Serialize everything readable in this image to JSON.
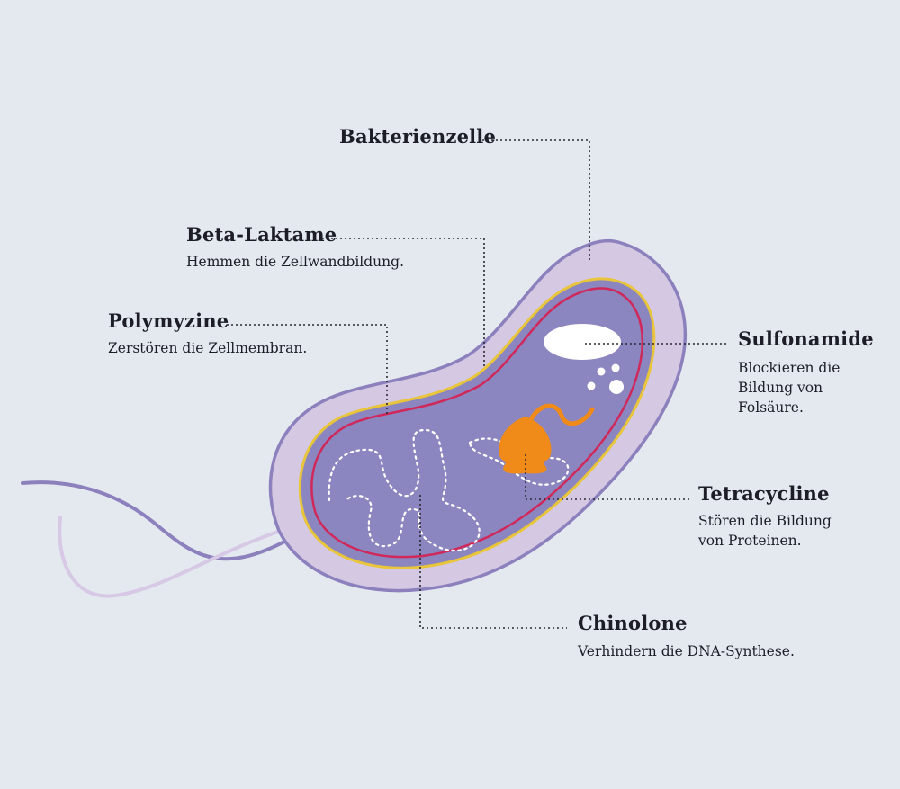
{
  "labels": {
    "bakterienzelle": {
      "title": "Bakterienzelle"
    },
    "beta_laktame": {
      "title": "Beta-Laktame",
      "desc": "Hemmen die Zellwandbildung."
    },
    "polymyzine": {
      "title": "Polymyzine",
      "desc": "Zerstören die Zellmembran."
    },
    "sulfonamide": {
      "title": "Sulfonamide",
      "desc_lines": [
        "Blockieren die",
        "Bildung von",
        "Folsäure."
      ]
    },
    "tetracycline": {
      "title": "Tetracycline",
      "desc_lines": [
        "Stören die Bildung",
        "von Proteinen."
      ]
    },
    "chinolone": {
      "title": "Chinolone",
      "desc": "Verhindern die DNA-Synthese."
    }
  },
  "colors": {
    "background": "#e3e9ef",
    "cell_wall": "#d5c8e3",
    "cell_outline": "#8c80bd",
    "cytoplasm": "#8b86bf",
    "membrane_yellow": "#e8c53a",
    "membrane_red": "#d0285a",
    "ribosome": "#f08b1a",
    "flagellum_dark": "#8c80bd",
    "flagellum_light": "#d7c9e6",
    "leader_line": "#2a2a33"
  }
}
